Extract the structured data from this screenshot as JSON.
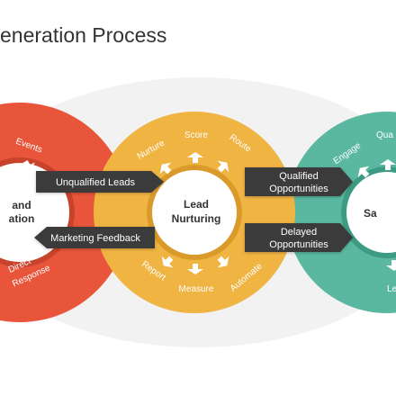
{
  "title": "eneration Process",
  "colors": {
    "red": "#e8553a",
    "yellow": "#f0b443",
    "teal": "#5ab8a0",
    "dark": "#3a3a3a",
    "white": "#ffffff"
  },
  "left_circle": {
    "center_line1": "and",
    "center_line2": "ation",
    "top_label": "Events",
    "bottom_label_1": "Direct",
    "bottom_label_2": "Response"
  },
  "middle_circle": {
    "center_line1": "Lead",
    "center_line2": "Nurturing",
    "top_labels": [
      "Nurture",
      "Score",
      "Route"
    ],
    "bottom_labels": [
      "Report",
      "Measure",
      "Automate"
    ]
  },
  "right_circle": {
    "center_label": "Sa",
    "top_labels": [
      "Engage",
      "Qua"
    ],
    "bottom_label": "Le"
  },
  "connectors": {
    "unqualified": "Unqualified Leads",
    "feedback": "Marketing Feedback",
    "qualified_1": "Qualified",
    "qualified_2": "Opportunities",
    "delayed_1": "Delayed",
    "delayed_2": "Opportunities"
  }
}
